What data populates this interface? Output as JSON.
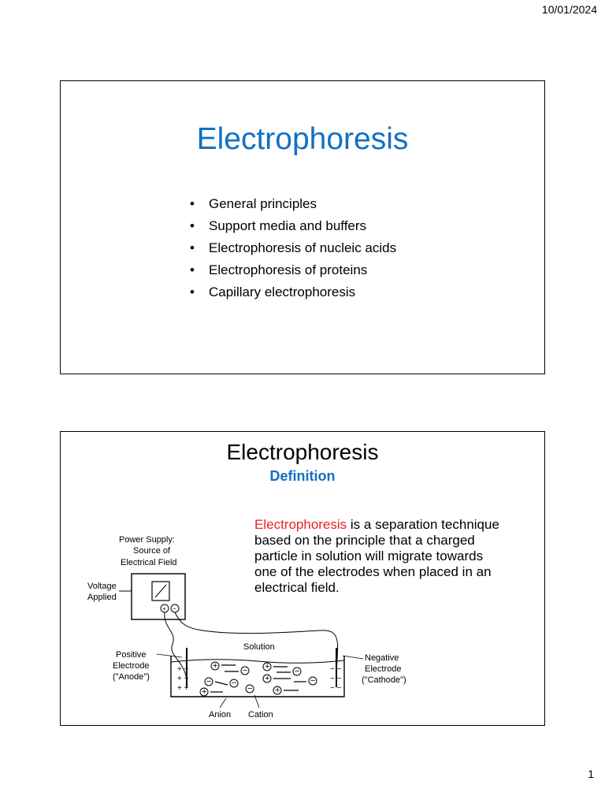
{
  "header": {
    "date": "10/01/2024"
  },
  "footer": {
    "page_number": "1"
  },
  "slide1": {
    "title": "Electrophoresis",
    "bullets": [
      "General principles",
      "Support media and buffers",
      "Electrophoresis of nucleic acids",
      "Electrophoresis of proteins",
      "Capillary electrophoresis"
    ]
  },
  "slide2": {
    "title": "Electrophoresis",
    "subtitle": "Definition",
    "definition_term": "Electrophoresis",
    "definition_text": " is a separation technique based on the principle that a charged particle in solution will migrate towards one of the electrodes when placed in an electrical field.",
    "diagram": {
      "power_supply_l1": "Power Supply:",
      "power_supply_l2": "Source of",
      "power_supply_l3": "Electrical Field",
      "voltage_l1": "Voltage",
      "voltage_l2": "Applied",
      "solution": "Solution",
      "positive_l1": "Positive",
      "positive_l2": "Electrode",
      "positive_l3": "(\"Anode\")",
      "negative_l1": "Negative",
      "negative_l2": "Electrode",
      "negative_l3": "(\"Cathode\")",
      "anion": "Anion",
      "cation": "Cation"
    }
  }
}
